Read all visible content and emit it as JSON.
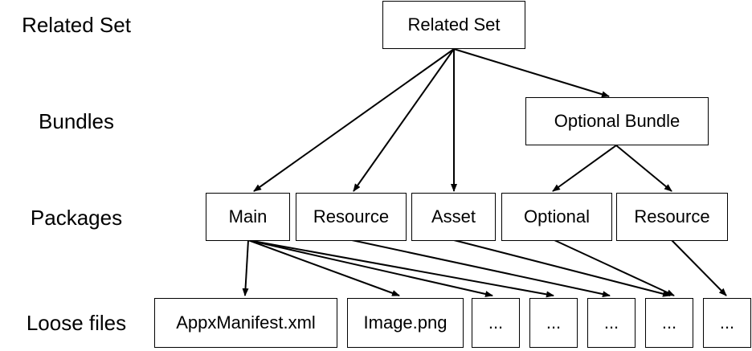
{
  "row_labels": {
    "related_set": "Related Set",
    "bundles": "Bundles",
    "packages": "Packages",
    "loose_files": "Loose files"
  },
  "nodes": {
    "related_set": "Related Set",
    "optional_bundle": "Optional Bundle",
    "pkg_main": "Main",
    "pkg_resource": "Resource",
    "pkg_asset": "Asset",
    "pkg_optional": "Optional",
    "pkg_resource_optional": "Resource",
    "file_manifest": "AppxManifest.xml",
    "file_image": "Image.png",
    "file_more_1": "...",
    "file_more_2": "...",
    "file_more_3": "...",
    "file_more_4": "...",
    "file_more_5": "..."
  },
  "colors": {
    "stroke": "#000000",
    "background": "#ffffff"
  }
}
